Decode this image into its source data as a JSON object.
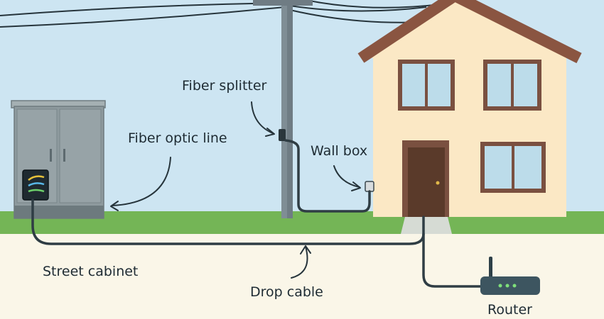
{
  "labels": {
    "fiber_splitter": "Fiber splitter",
    "fiber_optic_line": "Fiber optic line",
    "wall_box": "Wall box",
    "street_cabinet": "Street cabinet",
    "drop_cable": "Drop cable",
    "router": "Router"
  },
  "colors": {
    "sky": "#cde5f2",
    "grass": "#74b556",
    "ground": "#faf6e8",
    "cabinet": "#8e9a9e",
    "pole": "#7f8d95",
    "house_wall": "#fbe8c5",
    "roof": "#8a5541",
    "door": "#5a3a2a",
    "window_frame": "#7a5040",
    "window_glass": "#bcdcea",
    "cable": "#2f3d44",
    "router_body": "#3d5560",
    "router_led": "#7fe07a"
  },
  "icons": [
    "street-cabinet",
    "utility-pole",
    "fiber-splitter-box",
    "house",
    "wall-box",
    "router",
    "antenna"
  ]
}
